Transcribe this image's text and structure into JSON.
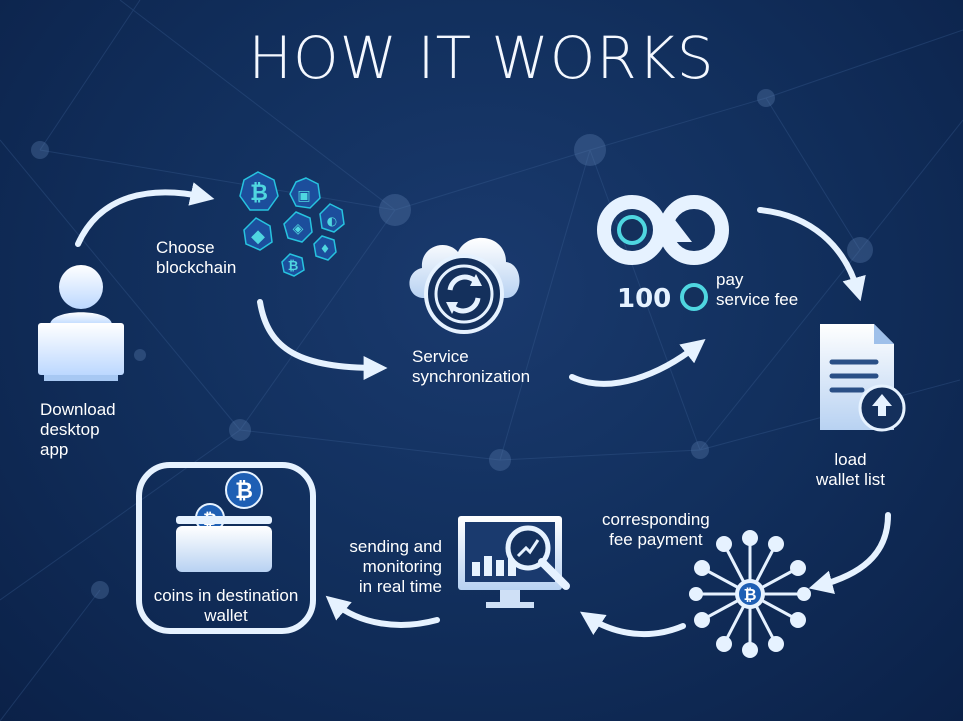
{
  "title": "HOW IT WORKS",
  "steps": {
    "download": [
      "Download",
      "desktop",
      "app"
    ],
    "choose": [
      "Choose",
      "blockchain"
    ],
    "sync": [
      "Service",
      "synchronization"
    ],
    "pay": [
      "pay",
      "service fee"
    ],
    "fee_amount": "100",
    "load": [
      "load",
      "wallet list"
    ],
    "fee_payment": [
      "corresponding",
      "fee payment"
    ],
    "sending": [
      "sending and",
      "monitoring",
      "in real time"
    ],
    "coins": [
      "coins in destination",
      "wallet"
    ]
  },
  "colors": {
    "accent": "#cfe6ff",
    "bitcoin": "#1e5fb4",
    "teal": "#4fd6e0",
    "background": "#12305e"
  }
}
